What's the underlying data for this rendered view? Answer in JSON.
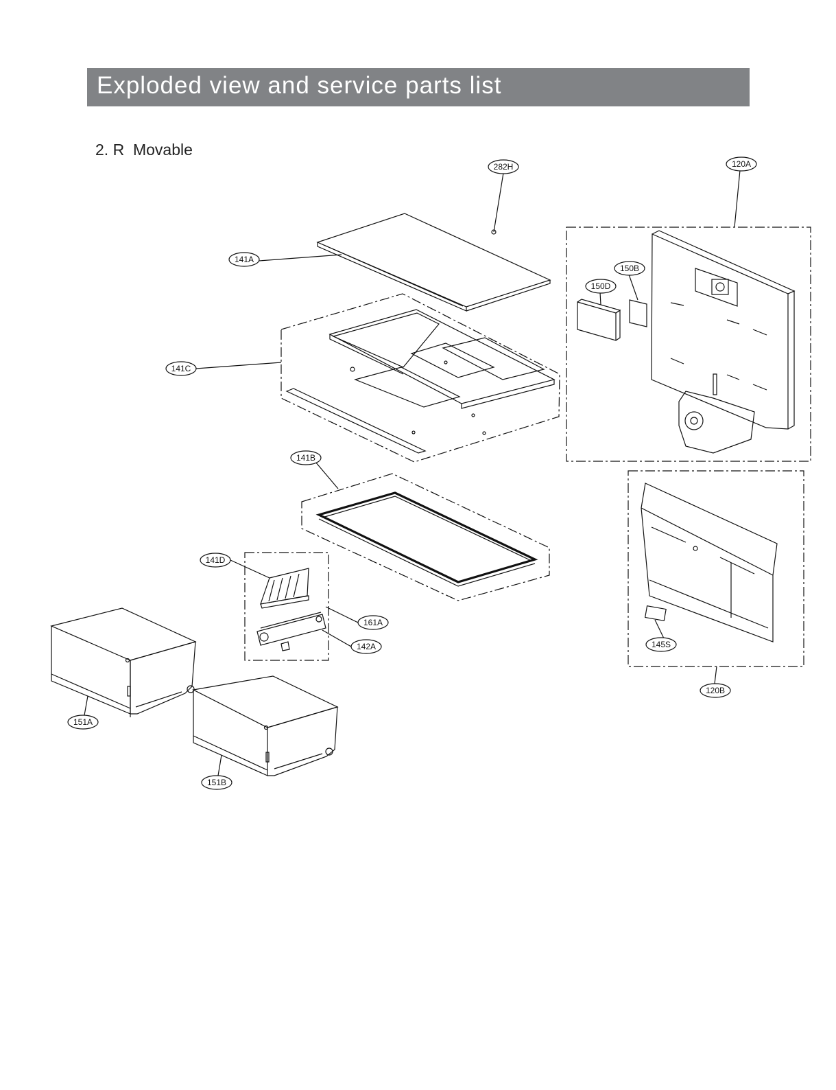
{
  "header": {
    "title": "Exploded view and service parts list"
  },
  "section": {
    "title": "2. R  Movable"
  },
  "colors": {
    "header_bg": "#818386",
    "header_text": "#ffffff",
    "line": "#111111"
  },
  "parts": {
    "p282H": "282H",
    "p120A": "120A",
    "p141A": "141A",
    "p150B": "150B",
    "p150D": "150D",
    "p141C": "141C",
    "p141B": "141B",
    "p141D": "141D",
    "p161A": "161A",
    "p142A": "142A",
    "p151A": "151A",
    "p151B": "151B",
    "p145S": "145S",
    "p120B": "120B"
  }
}
